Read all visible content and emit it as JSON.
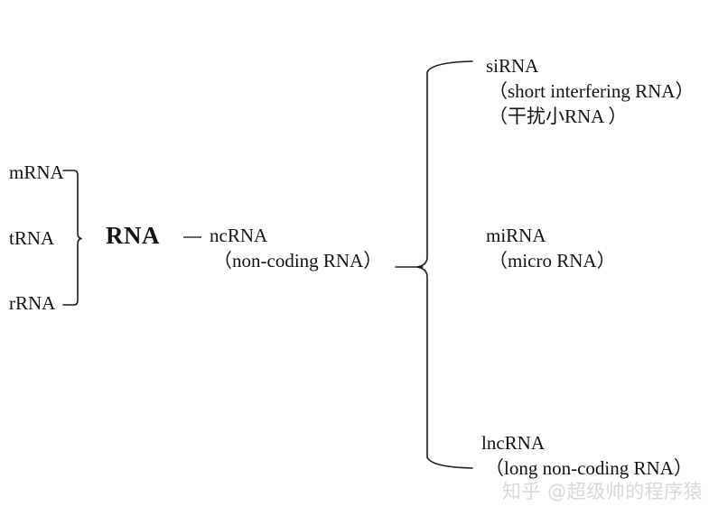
{
  "diagram": {
    "title": "RNA classification tree",
    "root": {
      "label": "RNA"
    },
    "connector": {
      "dash": "—"
    },
    "coding_group": {
      "items": [
        {
          "label": "mRNA"
        },
        {
          "label": "tRNA"
        },
        {
          "label": "rRNA"
        }
      ]
    },
    "noncoding": {
      "label": "ncRNA",
      "sublabel": "（non-coding RNA）"
    },
    "branches": [
      {
        "label": "siRNA",
        "sublabel_en": "（short interfering RNA）",
        "sublabel_zh": "（干扰小RNA ）"
      },
      {
        "label": "miRNA",
        "sublabel_en": "（micro RNA）",
        "sublabel_zh": ""
      },
      {
        "label": "lncRNA",
        "sublabel_en": "（long non-coding RNA）",
        "sublabel_zh": ""
      }
    ]
  },
  "watermark": {
    "text": "知乎 @超级帅的程序猿"
  },
  "colors": {
    "ink": "#121212",
    "stroke": "#1a1a1a",
    "background": "#ffffff",
    "watermark": "#d8d8d8"
  }
}
